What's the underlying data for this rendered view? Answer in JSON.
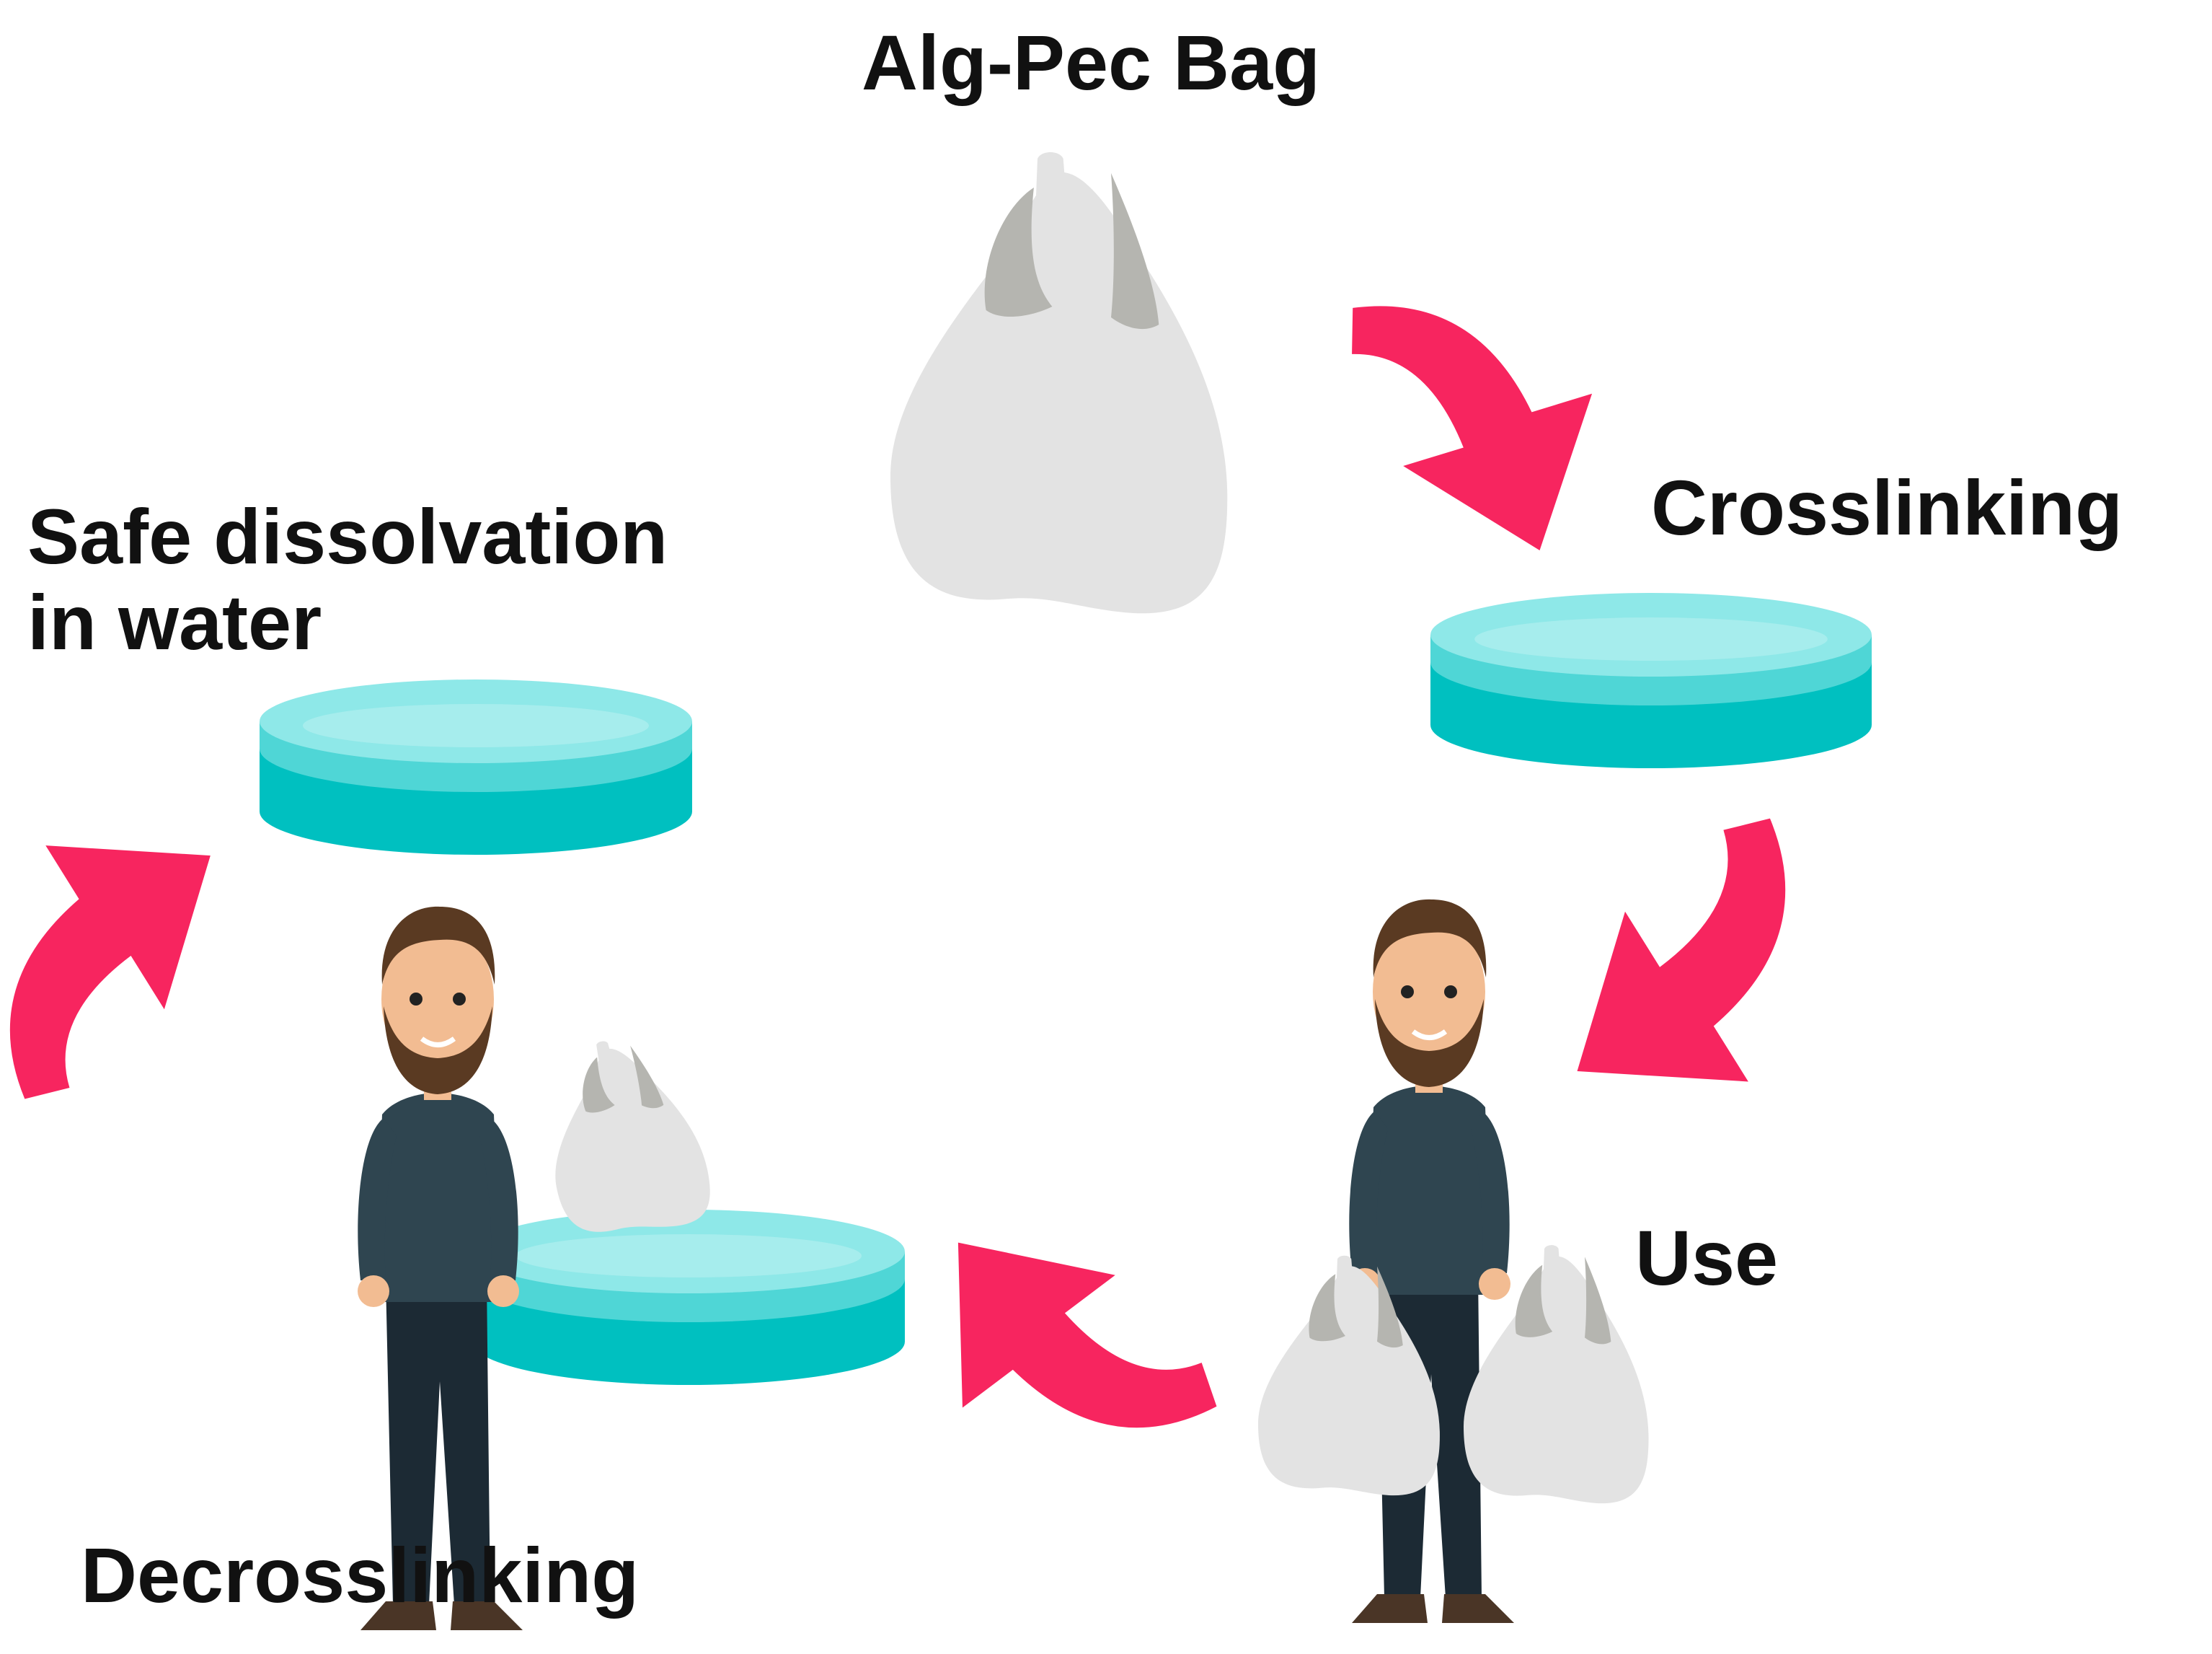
{
  "labels": {
    "top": "Alg-Pec Bag",
    "crosslinking": "Crosslinking",
    "safe_line1": "Safe dissolvation",
    "safe_line2": "in water",
    "use": "Use",
    "decrosslinking": "Decrosslinking"
  },
  "colors": {
    "arrow": "#f7255f",
    "bag": "#e3e3e3",
    "bag_handle": "#b5b5b0",
    "dish_top": "#8ee8e8",
    "dish_band": "#4fd6d6",
    "dish_side": "#00c0c0",
    "shirt": "#2f4550",
    "pants": "#1c2a34",
    "skin": "#f2bc92",
    "hair": "#5a3a22",
    "shoe": "#4a3526",
    "text": "#111111"
  },
  "icons": [
    "bag-icon",
    "dish-icon",
    "arrow-icon",
    "person-icon"
  ]
}
